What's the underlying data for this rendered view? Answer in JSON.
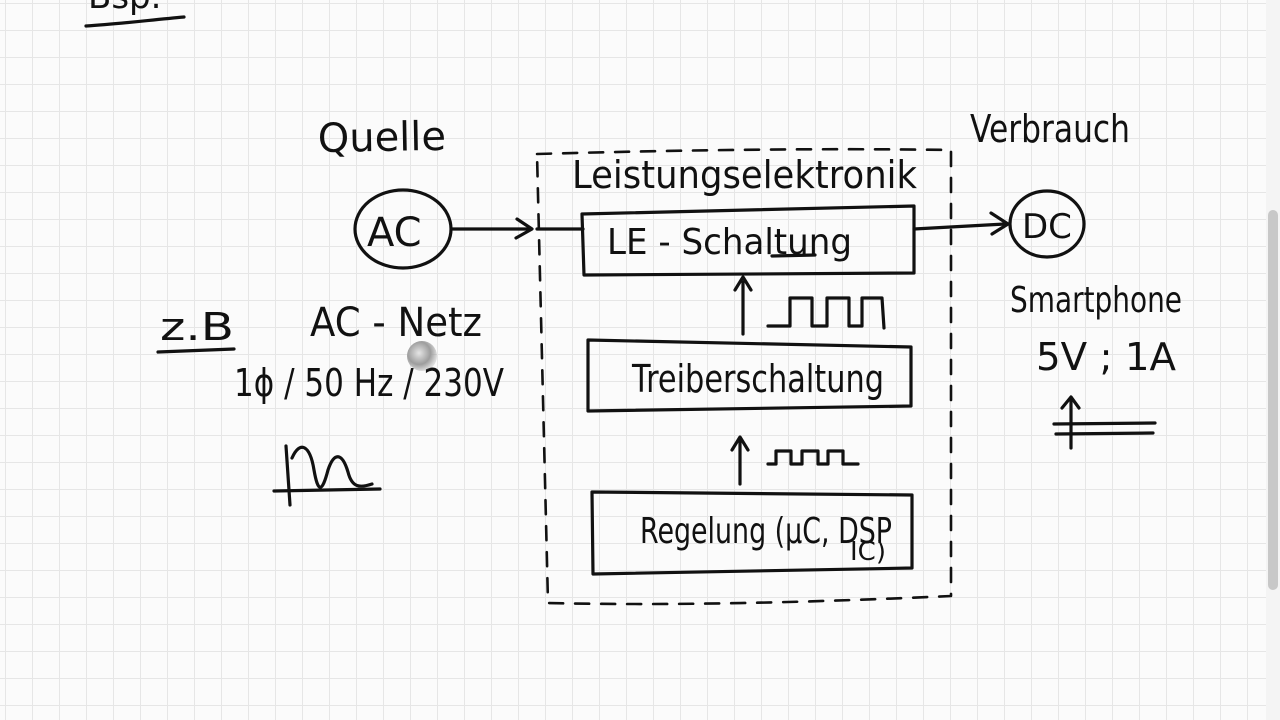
{
  "page": {
    "heading_fragment": "Bsp."
  },
  "source": {
    "title": "Quelle",
    "symbol": "AC"
  },
  "power_electronics": {
    "title": "Leistungselektronik",
    "block_converter": "LE - Schaltung",
    "block_driver": "Treiberschaltung",
    "block_control": "Regelung (µC, DSP",
    "block_control_line2": "IC)"
  },
  "consumer": {
    "title": "Verbrauch",
    "symbol": "DC",
    "example": "Smartphone",
    "rating": "5V ; 1A"
  },
  "example": {
    "label": "z.B",
    "name": "AC - Netz",
    "spec": "1ϕ / 50 Hz / 230V"
  },
  "colors": {
    "ink": "#111111",
    "grid": "#e6e6e6"
  },
  "icons": [
    "ac-source-icon",
    "dc-load-icon",
    "sine-wave-icon",
    "pwm-pulse-icon",
    "dc-level-icon",
    "arrow-icon"
  ]
}
